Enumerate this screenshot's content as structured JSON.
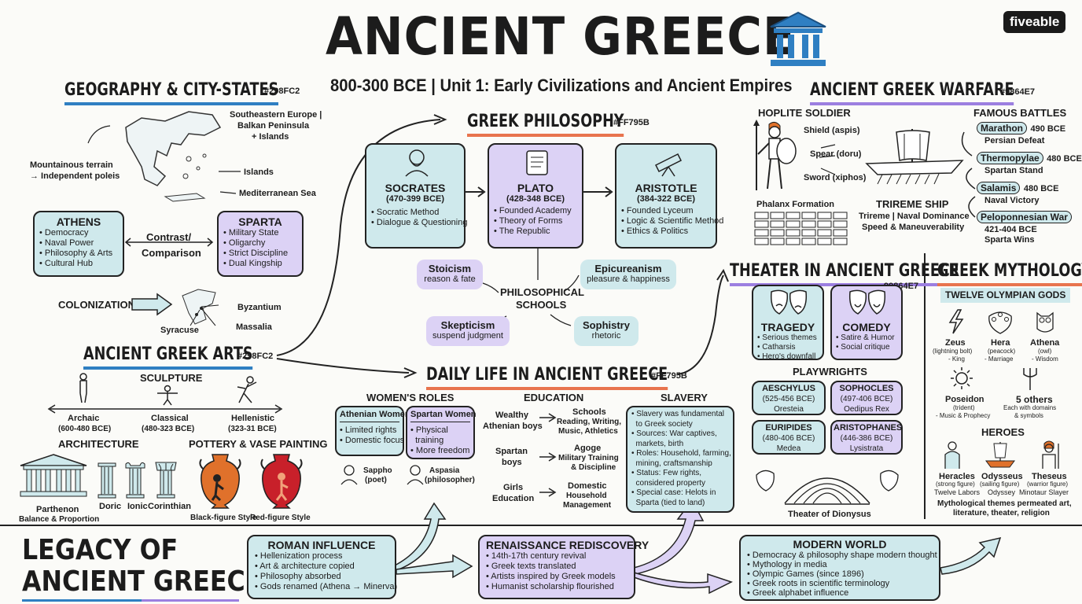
{
  "header": {
    "title": "ANCIENT GREECE",
    "subtitle": "800-300 BCE | Unit 1: Early Civilizations and Ancient Empires",
    "logo": "fiveable"
  },
  "geo": {
    "title": "GEOGRAPHY & CITY-STATES",
    "hex": "#298FC2",
    "region": "Southeastern Europe |",
    "region2": "Balkan Peninsula",
    "region3": "+ Islands",
    "mountain": "Mountainous terrain",
    "mountain2": "→ Independent poleis",
    "islands": "Islands",
    "sea": "Mediterranean Sea",
    "athens": {
      "title": "ATHENS",
      "items": [
        "• Democracy",
        "• Naval Power",
        "• Philosophy & Arts",
        "• Cultural Hub"
      ]
    },
    "contrast": "Contrast/",
    "comparison": "Comparison",
    "sparta": {
      "title": "SPARTA",
      "items": [
        "• Military State",
        "• Oligarchy",
        "• Strict Discipline",
        "• Dual Kingship"
      ]
    },
    "colonization": "COLONIZATION",
    "byzantium": "Byzantium",
    "syracuse": "Syracuse",
    "massalia": "Massalia"
  },
  "arts": {
    "title": "ANCIENT GREEK ARTS",
    "hex": "#298FC2",
    "sculpture": "SCULPTURE",
    "archaic": "Archaic",
    "archaic_d": "(600-480 BCE)",
    "classical": "Classical",
    "classical_d": "(480-323 BCE)",
    "hellenistic": "Hellenistic",
    "hellenistic_d": "(323-31 BCE)",
    "architecture": "ARCHITECTURE",
    "parthenon": "Parthenon",
    "parthenon2": "Balance & Proportion",
    "doric": "Doric",
    "ionic": "Ionic",
    "corinthian": "Corinthian",
    "pottery": "POTTERY & VASE PAINTING",
    "black": "Black-figure Style",
    "red": "Red-figure Style"
  },
  "phil": {
    "title": "GREEK PHILOSOPHY",
    "hex": "#FF795B",
    "socrates": {
      "name": "SOCRATES",
      "dates": "(470-399 BCE)",
      "items": [
        "• Socratic Method",
        "• Dialogue & Questioning"
      ]
    },
    "plato": {
      "name": "PLATO",
      "dates": "(428-348 BCE)",
      "items": [
        "• Founded Academy",
        "• Theory of Forms",
        "• The Republic"
      ]
    },
    "aristotle": {
      "name": "ARISTOTLE",
      "dates": "(384-322 BCE)",
      "items": [
        "• Founded Lyceum",
        "• Logic & Scientific Method",
        "• Ethics & Politics"
      ]
    },
    "schools": "PHILOSOPHICAL",
    "schools2": "SCHOOLS",
    "stoicism": "Stoicism",
    "stoicism_d": "reason & fate",
    "epicureanism": "Epicureanism",
    "epicureanism_d": "pleasure & happiness",
    "skepticism": "Skepticism",
    "skepticism_d": "suspend judgment",
    "sophistry": "Sophistry",
    "sophistry_d": "rhetoric"
  },
  "daily": {
    "title": "DAILY LIFE IN ANCIENT GREECE",
    "hex": "#FF795B",
    "womens": "WOMEN'S ROLES",
    "athenian": {
      "title": "Athenian Women",
      "items": [
        "• Limited rights",
        "• Domestic focus"
      ]
    },
    "spartan": {
      "title": "Spartan Women",
      "items": [
        "• Physical",
        "  training",
        "• More freedom"
      ]
    },
    "sappho": "Sappho",
    "sappho2": "(poet)",
    "aspasia": "Aspasia",
    "aspasia2": "(philosopher)",
    "education": "EDUCATION",
    "wealthy": "Wealthy",
    "wealthy2": "Athenian boys",
    "schools": "Schools",
    "schools2": "Reading, Writing,",
    "schools3": "Music, Athletics",
    "spartanb": "Spartan",
    "spartanb2": "boys",
    "agoge": "Agoge",
    "agoge2": "Military Training",
    "agoge3": "& Discipline",
    "girls": "Girls",
    "girls2": "Education",
    "domestic": "Domestic",
    "domestic2": "Household",
    "domestic3": "Management",
    "slavery": "SLAVERY",
    "slavery_items": [
      "• Slavery was fundamental",
      "  to Greek society",
      "• Sources: War captives,",
      "  markets, birth",
      "• Roles: Household, farming,",
      "  mining, craftsmanship",
      "• Status: Few rights,",
      "  considered property",
      "• Special case: Helots in",
      "  Sparta (tied to land)"
    ]
  },
  "warfare": {
    "title": "ANCIENT GREEK WARFARE",
    "hex": "#9864E7",
    "hoplite": "HOPLITE SOLDIER",
    "shield": "Shield (aspis)",
    "spear": "Spear (doru)",
    "sword": "Sword (xiphos)",
    "phalanx": "Phalanx Formation",
    "trireme": "TRIREME SHIP",
    "trireme2": "Trireme | Naval Dominance",
    "trireme3": "Speed & Maneuverability",
    "battles": "FAMOUS BATTLES",
    "marathon": "Marathon",
    "marathon_d": "490 BCE",
    "marathon_r": "Persian Defeat",
    "thermopylae": "Thermopylae",
    "thermopylae_d": "480 BCE",
    "thermopylae_r": "Spartan Stand",
    "salamis": "Salamis",
    "salamis_d": "480 BCE",
    "salamis_r": "Naval Victory",
    "pelop": "Peloponnesian War",
    "pelop_d": "421-404 BCE",
    "pelop_r": "Sparta Wins"
  },
  "theater": {
    "title": "THEATER IN ANCIENT GREECE",
    "hex": "99864E7",
    "tragedy": "TRAGEDY",
    "tragedy_items": [
      "• Serious themes",
      "• Catharsis",
      "• Hero's downfall"
    ],
    "comedy": "COMEDY",
    "comedy_items": [
      "• Satire & Humor",
      "• Social critique"
    ],
    "playwrights": "PLAYWRIGHTS",
    "aeschylus": "AESCHYLUS",
    "aeschylus_d": "(525-456 BCE)",
    "aeschylus_w": "Oresteia",
    "sophocles": "SOPHOCLES",
    "sophocles_d": "(497-406 BCE)",
    "sophocles_w": "Oedipus Rex",
    "euripides": "EURIPIDES",
    "euripides_d": "(480-406 BCE)",
    "euripides_w": "Medea",
    "aristophanes": "ARISTOPHANES",
    "aristophanes_d": "(446-386 BCE)",
    "aristophanes_w": "Lysistrata",
    "dionysus": "Theater of Dionysus"
  },
  "myth": {
    "title": "GREEK MYTHOLOGY",
    "twelve": "TWELVE OLYMPIAN GODS",
    "zeus": "Zeus",
    "zeus2": "(lightning bolt)",
    "zeus3": "- King",
    "hera": "Hera",
    "hera2": "(peacock)",
    "hera3": "- Marriage",
    "athena": "Athena",
    "athena2": "(owl)",
    "athena3": "- Wisdom",
    "poseidon": "Poseidon",
    "poseidon2": "(trident)",
    "poseidon3": "- Music & Prophecy",
    "others": "5 others",
    "others2": "Each with domains",
    "others3": "& symbols",
    "heroes": "HEROES",
    "heracles": "Heracles",
    "heracles2": "(strong figure)",
    "heracles3": "Twelve Labors",
    "odysseus": "Odysseus",
    "odysseus2": "(sailing figure)",
    "odysseus3": "Odyssey",
    "theseus": "Theseus",
    "theseus2": "(warrior figure)",
    "theseus3": "Minotaur Slayer",
    "themes": "Mythological themes permeated art,",
    "themes2": "literature, theater, religion"
  },
  "legacy": {
    "title1": "LEGACY OF",
    "title2": "ANCIENT GREECE",
    "roman": {
      "title": "ROMAN INFLUENCE",
      "items": [
        "• Hellenization process",
        "• Art & architecture copied",
        "• Philosophy absorbed",
        "• Gods renamed (Athena → Minerva)"
      ]
    },
    "renaissance": {
      "title": "RENAISSANCE REDISCOVERY",
      "items": [
        "• 14th-17th century revival",
        "• Greek texts translated",
        "• Artists inspired by Greek models",
        "• Humanist scholarship flourished"
      ]
    },
    "modern": {
      "title": "MODERN WORLD",
      "items": [
        "• Democracy & philosophy shape modern thought",
        "• Mythology in media",
        "• Olympic Games (since 1896)",
        "• Greek roots in scientific terminology",
        "• Greek alphabet influence"
      ]
    }
  }
}
